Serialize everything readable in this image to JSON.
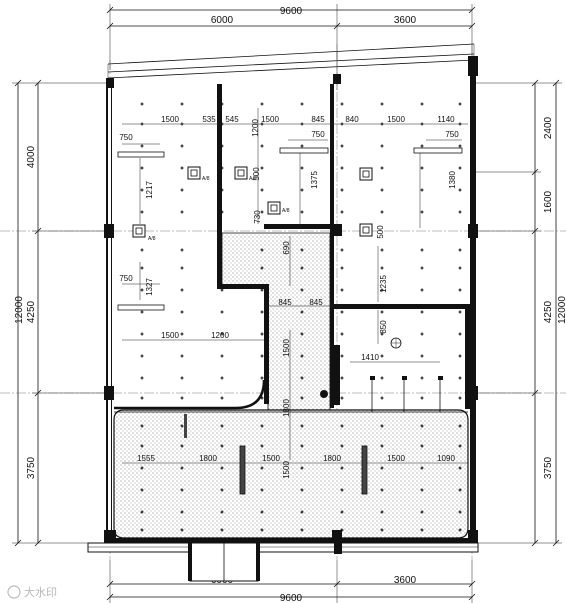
{
  "dimensions": {
    "top_total": "9600",
    "top_left": "6000",
    "top_right": "3600",
    "bottom_total": "9600",
    "bottom_left": "6000",
    "bottom_right": "3600",
    "left_total": "12000",
    "left_1": "4000",
    "left_2": "4250",
    "left_3": "3750",
    "right_total": "12000",
    "right_1": "2400",
    "right_2": "1600",
    "right_3": "4250",
    "right_4": "3750"
  },
  "interior_dims": {
    "row1": [
      "1500",
      "535",
      "545",
      "1500",
      "845",
      "840",
      "1500",
      "1140"
    ],
    "row2": [
      "1500",
      "1200"
    ],
    "row3": [
      "845",
      "845"
    ],
    "bottom_row": [
      "1555",
      "1800",
      "1500",
      "1800",
      "1500",
      "1090"
    ],
    "w750_a": "750",
    "w750_b": "750",
    "w750_c": "750",
    "w750_d": "750",
    "v1217": "1217",
    "v1327": "1327",
    "v1200": "1200",
    "v500a": "500",
    "v1375": "1375",
    "v1380": "1380",
    "v730": "730",
    "v690": "690",
    "v1235": "1235",
    "v500b": "500",
    "v850": "850",
    "h1410": "1410",
    "v1500a": "1500",
    "v1800": "1800",
    "v1500b": "1500"
  },
  "fixtures": [
    "A/8",
    "A/8",
    "A/8",
    "A/8"
  ],
  "watermark": "大水印"
}
